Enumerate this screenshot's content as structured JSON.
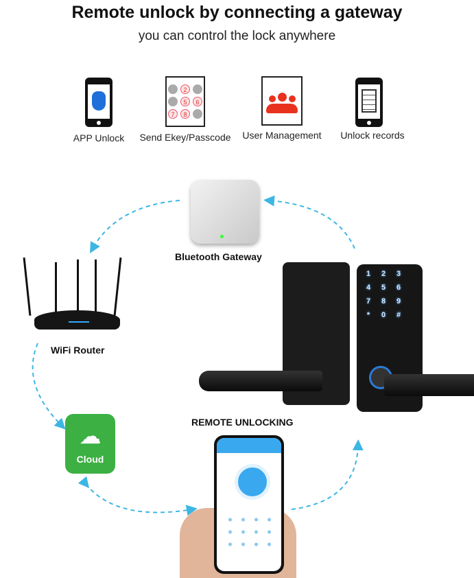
{
  "header": {
    "title": "Remote unlock by connecting a gateway",
    "subtitle": "you can control the lock anywhere"
  },
  "features": [
    {
      "label": "APP Unlock",
      "icon": "hand-key-phone-icon"
    },
    {
      "label": "Send Ekey/Passcode",
      "icon": "keypad-icon"
    },
    {
      "label": "User Management",
      "icon": "users-icon"
    },
    {
      "label": "Unlock records",
      "icon": "records-phone-icon"
    }
  ],
  "keypad_digits": [
    "",
    "2",
    "",
    "",
    "5",
    "6",
    "7",
    "8",
    ""
  ],
  "lock_keys": [
    "1",
    "2",
    "3",
    "4",
    "5",
    "6",
    "7",
    "8",
    "9",
    "*",
    "0",
    "#"
  ],
  "nodes": {
    "gateway": "Bluetooth Gateway",
    "router": "WiFi Router",
    "cloud": "Cloud",
    "remote": "REMOTE UNLOCKING"
  },
  "colors": {
    "arrow": "#3cb6e3",
    "cloud": "#3cb043",
    "accent_red": "#e8321e",
    "app_blue": "#1e6fd9"
  }
}
